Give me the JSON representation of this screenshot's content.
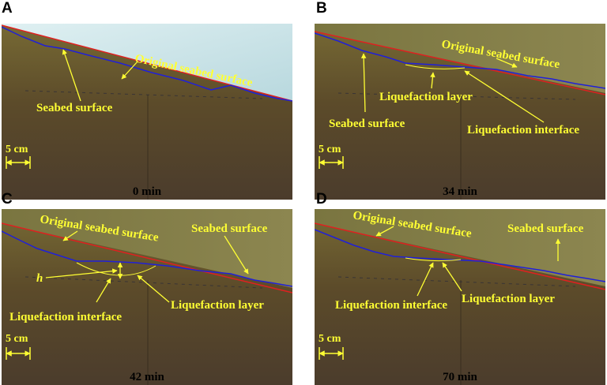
{
  "panels": [
    {
      "letter": "A",
      "time": "0 min",
      "scale": "5 cm",
      "labels": {
        "original": "Original seabed surface",
        "seabed": "Seabed surface"
      }
    },
    {
      "letter": "B",
      "time": "34 min",
      "scale": "5 cm",
      "labels": {
        "original": "Original seabed surface",
        "layer": "Liquefaction layer",
        "seabed": "Seabed surface",
        "interface": "Liquefaction interface"
      }
    },
    {
      "letter": "C",
      "time": "42 min",
      "scale": "5 cm",
      "labels": {
        "original": "Original seabed surface",
        "seabed": "Seabed surface",
        "h": "h",
        "layer": "Liquefaction layer",
        "interface": "Liquefaction interface"
      }
    },
    {
      "letter": "D",
      "time": "70 min",
      "scale": "5 cm",
      "labels": {
        "original": "Original seabed surface",
        "seabed": "Seabed surface",
        "interface": "Liquefaction interface",
        "layer": "Liquefaction layer"
      }
    }
  ],
  "colors": {
    "original_line": "#e02020",
    "seabed_line": "#2020d8",
    "annotation": "#ffff33",
    "water_A": "#cfe6ea",
    "soil_top": "#6b5a2c",
    "soil_bottom": "#4a3a28"
  }
}
